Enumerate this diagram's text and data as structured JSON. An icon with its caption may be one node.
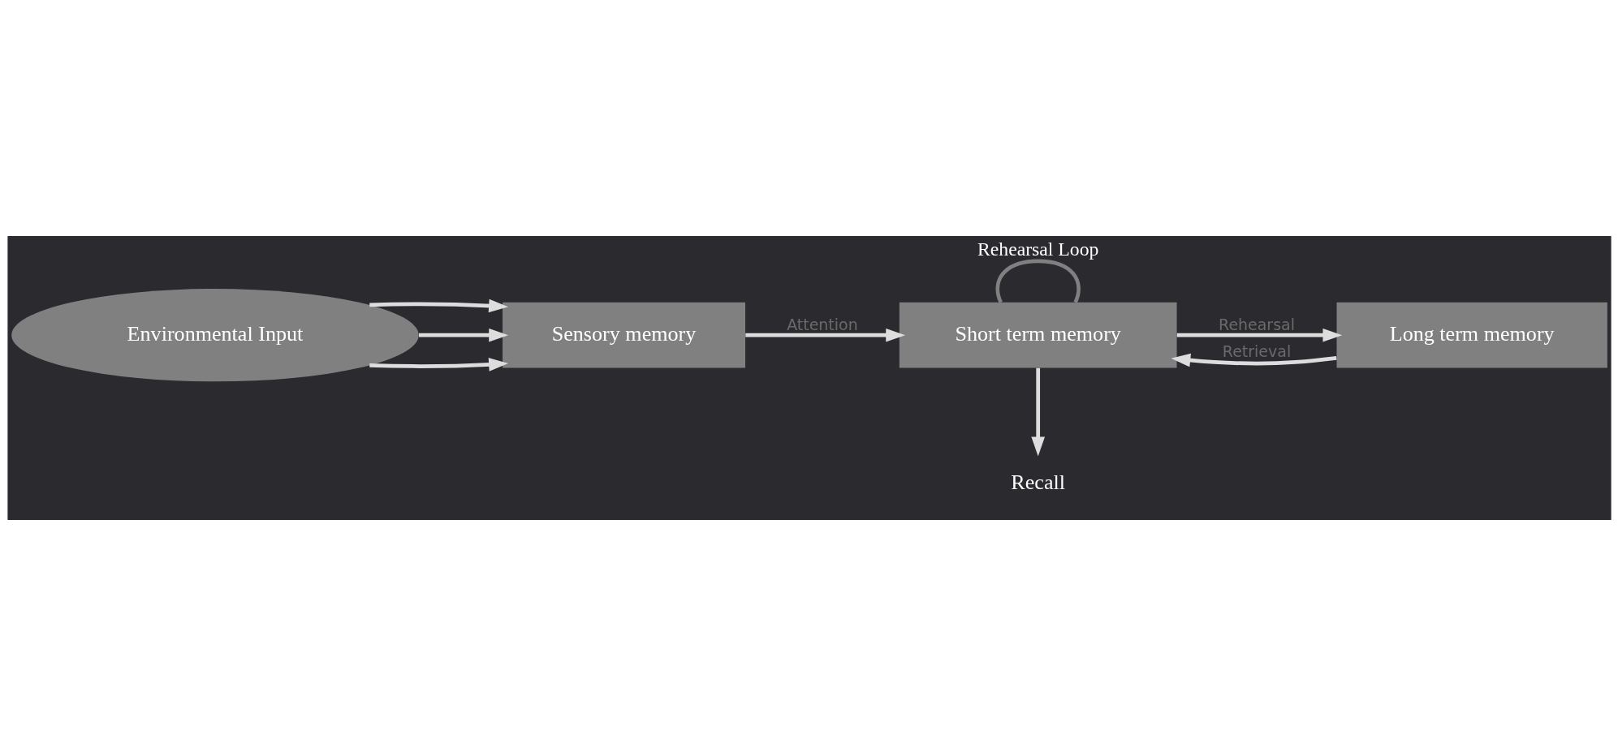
{
  "diagram": {
    "nodes": [
      {
        "text": [
          "Environmental Input"
        ]
      },
      {
        "text": [
          "Sensory memory"
        ]
      },
      {
        "text": [
          "Short term memory"
        ]
      },
      {
        "text": [
          "Long term memory"
        ]
      },
      {
        "text": [
          "Recall"
        ]
      }
    ],
    "edges": [
      {
        "from": 0,
        "to": 1,
        "arrow": "to"
      },
      {
        "from": 0,
        "to": 1,
        "arrow": "to"
      },
      {
        "from": 0,
        "to": 1,
        "arrow": "to"
      },
      {
        "from": 1,
        "to": 2,
        "arrow": "to",
        "label": "Attention"
      },
      {
        "from": 2,
        "to": 3,
        "arrow": "to",
        "label": "Rehearsal"
      },
      {
        "from": 3,
        "to": 2,
        "arrow": "to",
        "label": "Retrieval"
      },
      {
        "from": 2,
        "to": 4,
        "arrow": "to"
      },
      {
        "from": 2,
        "to": 2,
        "arrow": "none",
        "label": "Rehearsal Loop",
        "color": "#808080"
      }
    ]
  }
}
